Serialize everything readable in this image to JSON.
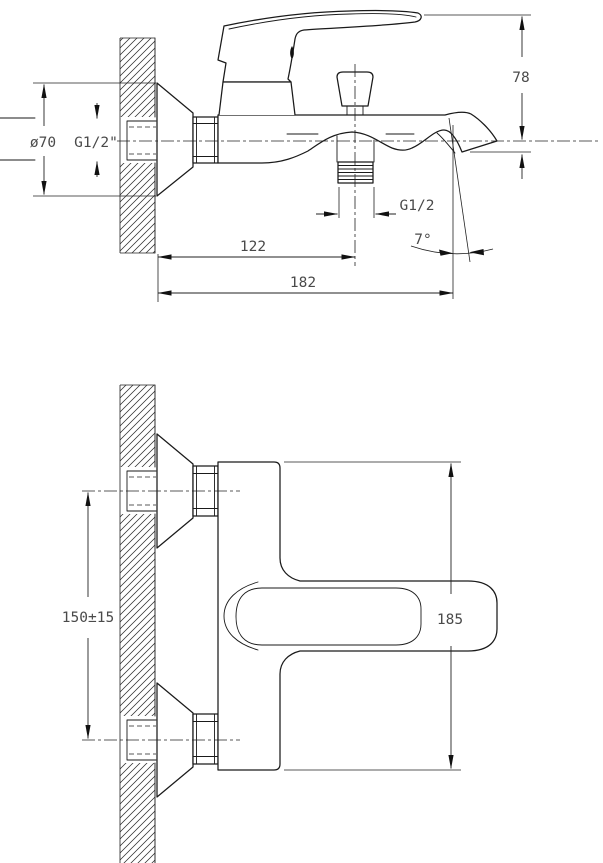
{
  "dims": {
    "flange_diameter": "ø70",
    "wall_thread": "G1/2\"",
    "height_to_spout": "78",
    "outlet_thread": "G1/2",
    "outlet_offset": "122",
    "total_projection": "182",
    "spout_angle": "7°",
    "inlet_spacing": "150±15",
    "overall_height": "185"
  }
}
